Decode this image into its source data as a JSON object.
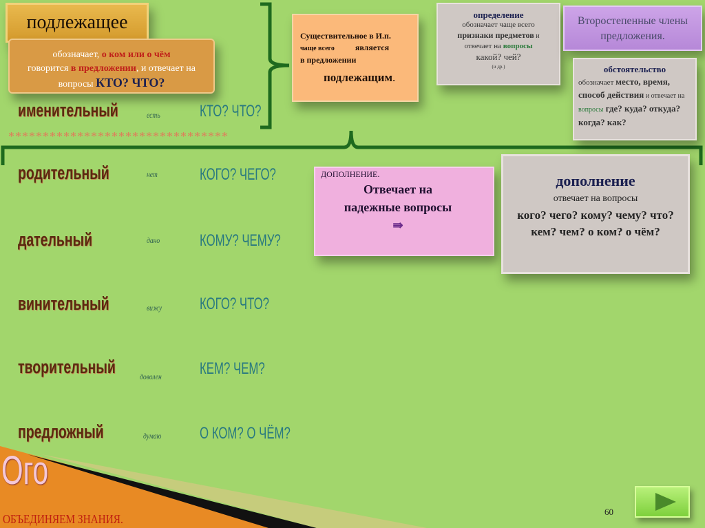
{
  "subject": {
    "title": "подлежащее",
    "desc_1": "обозначает, ",
    "desc_red1": "о ком или о чём",
    "desc_2": "говорится ",
    "desc_red2": "в предложении",
    "desc_3": ",  и отвечает на вопросы",
    "desc_q": "КТО?  ЧТО?"
  },
  "cases": [
    {
      "name": "именительный",
      "example": "есть",
      "questions": "КТО?  ЧТО?"
    },
    {
      "name": "родительный",
      "example": "нет",
      "questions": "КОГО?  ЧЕГО?"
    },
    {
      "name": "дательный",
      "example": "дано",
      "questions": "КОМУ?  ЧЕМУ?"
    },
    {
      "name": "винительный",
      "example": "вижу",
      "questions": "КОГО?  ЧТО?"
    },
    {
      "name": "творительный",
      "example": "доволен",
      "questions": "КЕМ?  ЧЕМ?"
    },
    {
      "name": "предложный",
      "example": "думаю",
      "questions": "О КОМ?  О ЧЁМ?"
    }
  ],
  "separator": "********************************",
  "noun_box": {
    "line1": "Существительное в И.п.",
    "line2a": "чаще всего",
    "line2b": "является",
    "line3": "в предложении",
    "line4": "подлежащим",
    "dot": "."
  },
  "definition": {
    "title": "определение",
    "l1": "обозначает чаще всего",
    "l2": "признаки предметов",
    "l2b": " и",
    "l3": "отвечает на ",
    "l3g": "вопросы",
    "l4": "какой? чей?",
    "l5": "(и др.)"
  },
  "secondary": {
    "title": "Второстепенные члены предложения."
  },
  "circumstance": {
    "title": "обстоятельство",
    "l1": "обозначает ",
    "l1b": "место, время, способ действия",
    "l2": " и отвечает на ",
    "l3g": "вопросы",
    "l3": "  где?   куда? откуда?  когда?  как?"
  },
  "object_small": {
    "label": "ДОПОЛНЕНИЕ.",
    "text": "Отвечает на падежные вопросы",
    "arrow": "⇛"
  },
  "object_big": {
    "title": "дополнение",
    "sub": "отвечает на вопросы",
    "q": "кого? чего? кому? чему? что? кем? чем? о ком? о чём?"
  },
  "footer": {
    "logo": "Ого",
    "slogan": "ОБЪЕДИНЯЕМ ЗНАНИЯ.",
    "page": "60"
  },
  "colors": {
    "bg": "#a2d66c",
    "brace": "#1e6a1e"
  }
}
